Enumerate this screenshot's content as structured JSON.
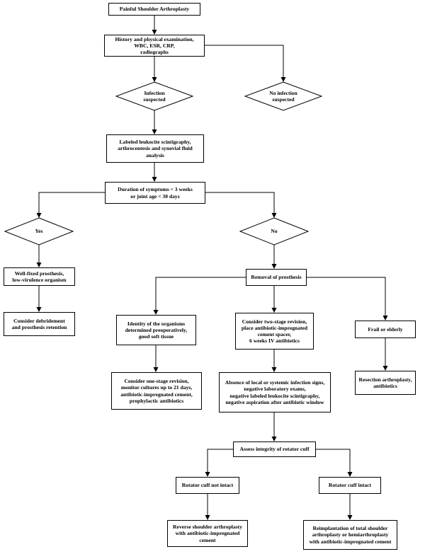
{
  "nodes": {
    "n1": "Painful Shoulder Arthroplasty",
    "n2": "History and physical examination,\nWBC, ESR, CRP,\nradiographs",
    "n3": "Infection\nsuspected",
    "n4": "No infection\nsuspected",
    "n5": "Labeled leukocite scintigraphy,\narthrocentesis and synovial fluid\nanalysis",
    "n6": "Duration of symptoms < 3 weeks\nor joint age < 30 days",
    "n7": "Yes",
    "n8": "No",
    "n9": "Well-fixed prosthesis,\nlow-virulence organism",
    "n10": "Removal of prosthesis",
    "n11": "Consider debridement\nand prosthesis retention",
    "n12": "Identity of the organisms\ndetermined preoperatively,\ngood soft tissue",
    "n13": "Consider two-stage revision,\nplace antibiotic-impregnated\ncement spacer,\n6 weeks IV antibiotics",
    "n14": "Frail or elderly",
    "n15": "Consider one-stage revision,\nmonitor cultures up to 21 days,\nantibiotic-impregnated cement,\nprophylactic antibiotics",
    "n16": "Absence of local or systemic infection signs,\nnegative laboratory exams,\nnegative labeled leukocite scintigraphy,\nnegative aspiration after antibiotic window",
    "n17": "Resection arthroplasty,\nantibiotics",
    "n18": "Assess integrity of rotator cuff",
    "n19": "Rotator cuff not intact",
    "n20": "Rotator cuff intact",
    "n21": "Reverse shoulder arthroplasty\nwith antibiotic-impregnated\ncement",
    "n22": "Reimplantation of total shoulder\narthroplasty or hemiarthroplasty\nwith antibiotic-impregnated cement"
  }
}
